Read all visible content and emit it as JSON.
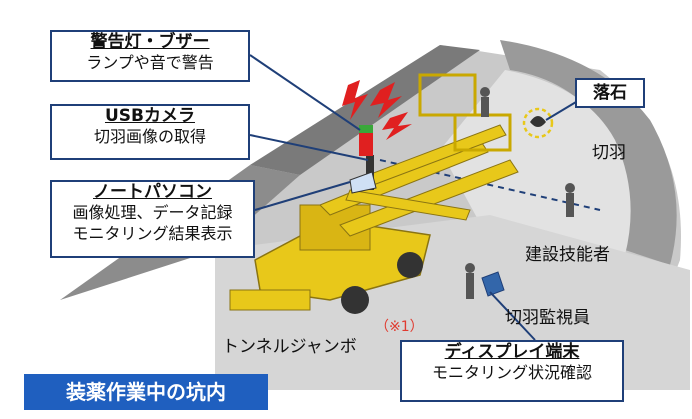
{
  "callouts": {
    "warning_light": {
      "title": "警告灯・ブザー",
      "desc": "ランプや音で警告"
    },
    "usb_camera": {
      "title": "USBカメラ",
      "desc": "切羽画像の取得"
    },
    "laptop": {
      "title": "ノートパソコン",
      "desc1": "画像処理、データ記録",
      "desc2": "モニタリング結果表示"
    },
    "display_terminal": {
      "title": "ディスプレイ端末",
      "desc": "モニタリング状況確認"
    },
    "rockfall": {
      "title": "落石"
    }
  },
  "labels": {
    "face": "切羽",
    "engineer": "建設技能者",
    "face_monitor": "切羽監視員",
    "jumbo": "トンネルジャンボ",
    "note": "（※1）"
  },
  "banner": "装薬作業中の坑内",
  "colors": {
    "accent_blue": "#1f5fbf",
    "border_navy": "#1f3f78",
    "machine_yellow": "#e8c81a",
    "alert_red": "#e02020",
    "note_red": "#e03a2f"
  }
}
